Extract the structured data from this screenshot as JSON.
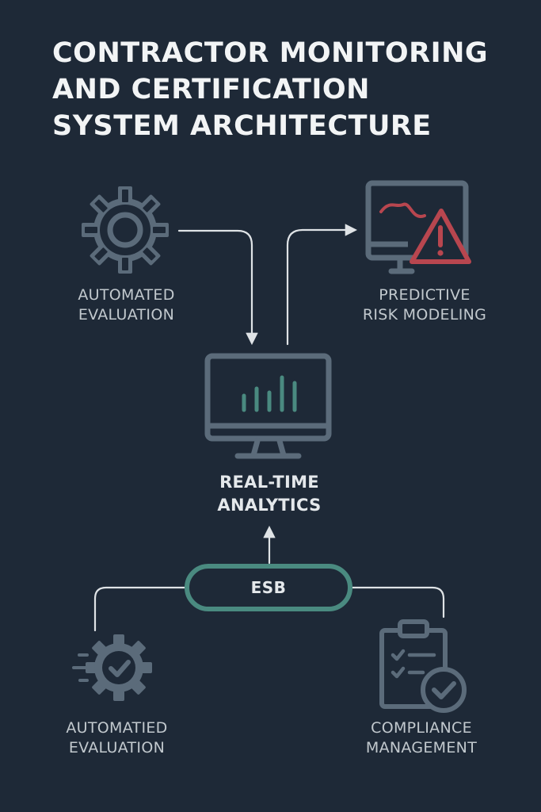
{
  "title_lines": [
    "CONTRACTOR MONITORING",
    "AND CERTIFICATION",
    "SYSTEM ARCHITECTURE"
  ],
  "nodes": {
    "top_left": {
      "lines": [
        "AUTOMATED",
        "EVALUATION"
      ],
      "icon": "gear-icon"
    },
    "top_right": {
      "lines": [
        "PREDICTIVE",
        "RISK MODELING"
      ],
      "icon": "monitor-warning-icon"
    },
    "center": {
      "lines": [
        "REAL-TIME",
        "ANALYTICS"
      ],
      "icon": "monitor-bar-chart-icon"
    },
    "esb": {
      "label": "ESB"
    },
    "bottom_left": {
      "lines": [
        "AUTOMATIED",
        "EVALUATION"
      ],
      "icon": "gear-check-icon"
    },
    "bottom_right": {
      "lines": [
        "COMPLIANCE",
        "MANAGEMENT"
      ],
      "icon": "clipboard-check-icon"
    }
  },
  "colors": {
    "background": "#1e2937",
    "icon_gray": "#5b6b7a",
    "teal": "#4a8a80",
    "alert_red": "#b8464f",
    "arrow": "#dfe3e6",
    "text": "#c2c9ce"
  }
}
